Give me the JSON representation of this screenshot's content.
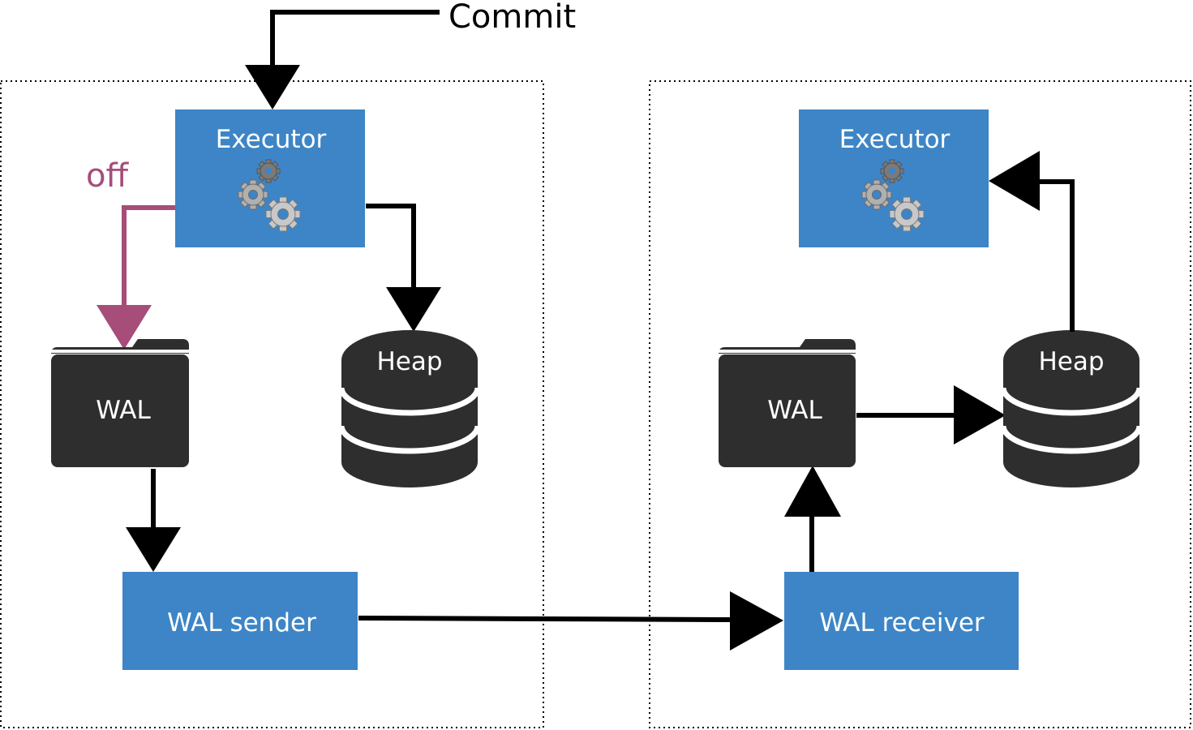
{
  "commit_label": "Commit",
  "off_label": "off",
  "primary": {
    "executor_label": "Executor",
    "wal_label": "WAL",
    "heap_label": "Heap",
    "sender_label": "WAL sender"
  },
  "standby": {
    "executor_label": "Executor",
    "wal_label": "WAL",
    "heap_label": "Heap",
    "receiver_label": "WAL receiver"
  },
  "colors": {
    "box_blue": "#3d85c6",
    "dark_shape": "#2e2e2e",
    "off_path": "#a64d79",
    "arrow": "#000000"
  },
  "icons": [
    "gears-icon",
    "folder-icon",
    "database-icon"
  ]
}
